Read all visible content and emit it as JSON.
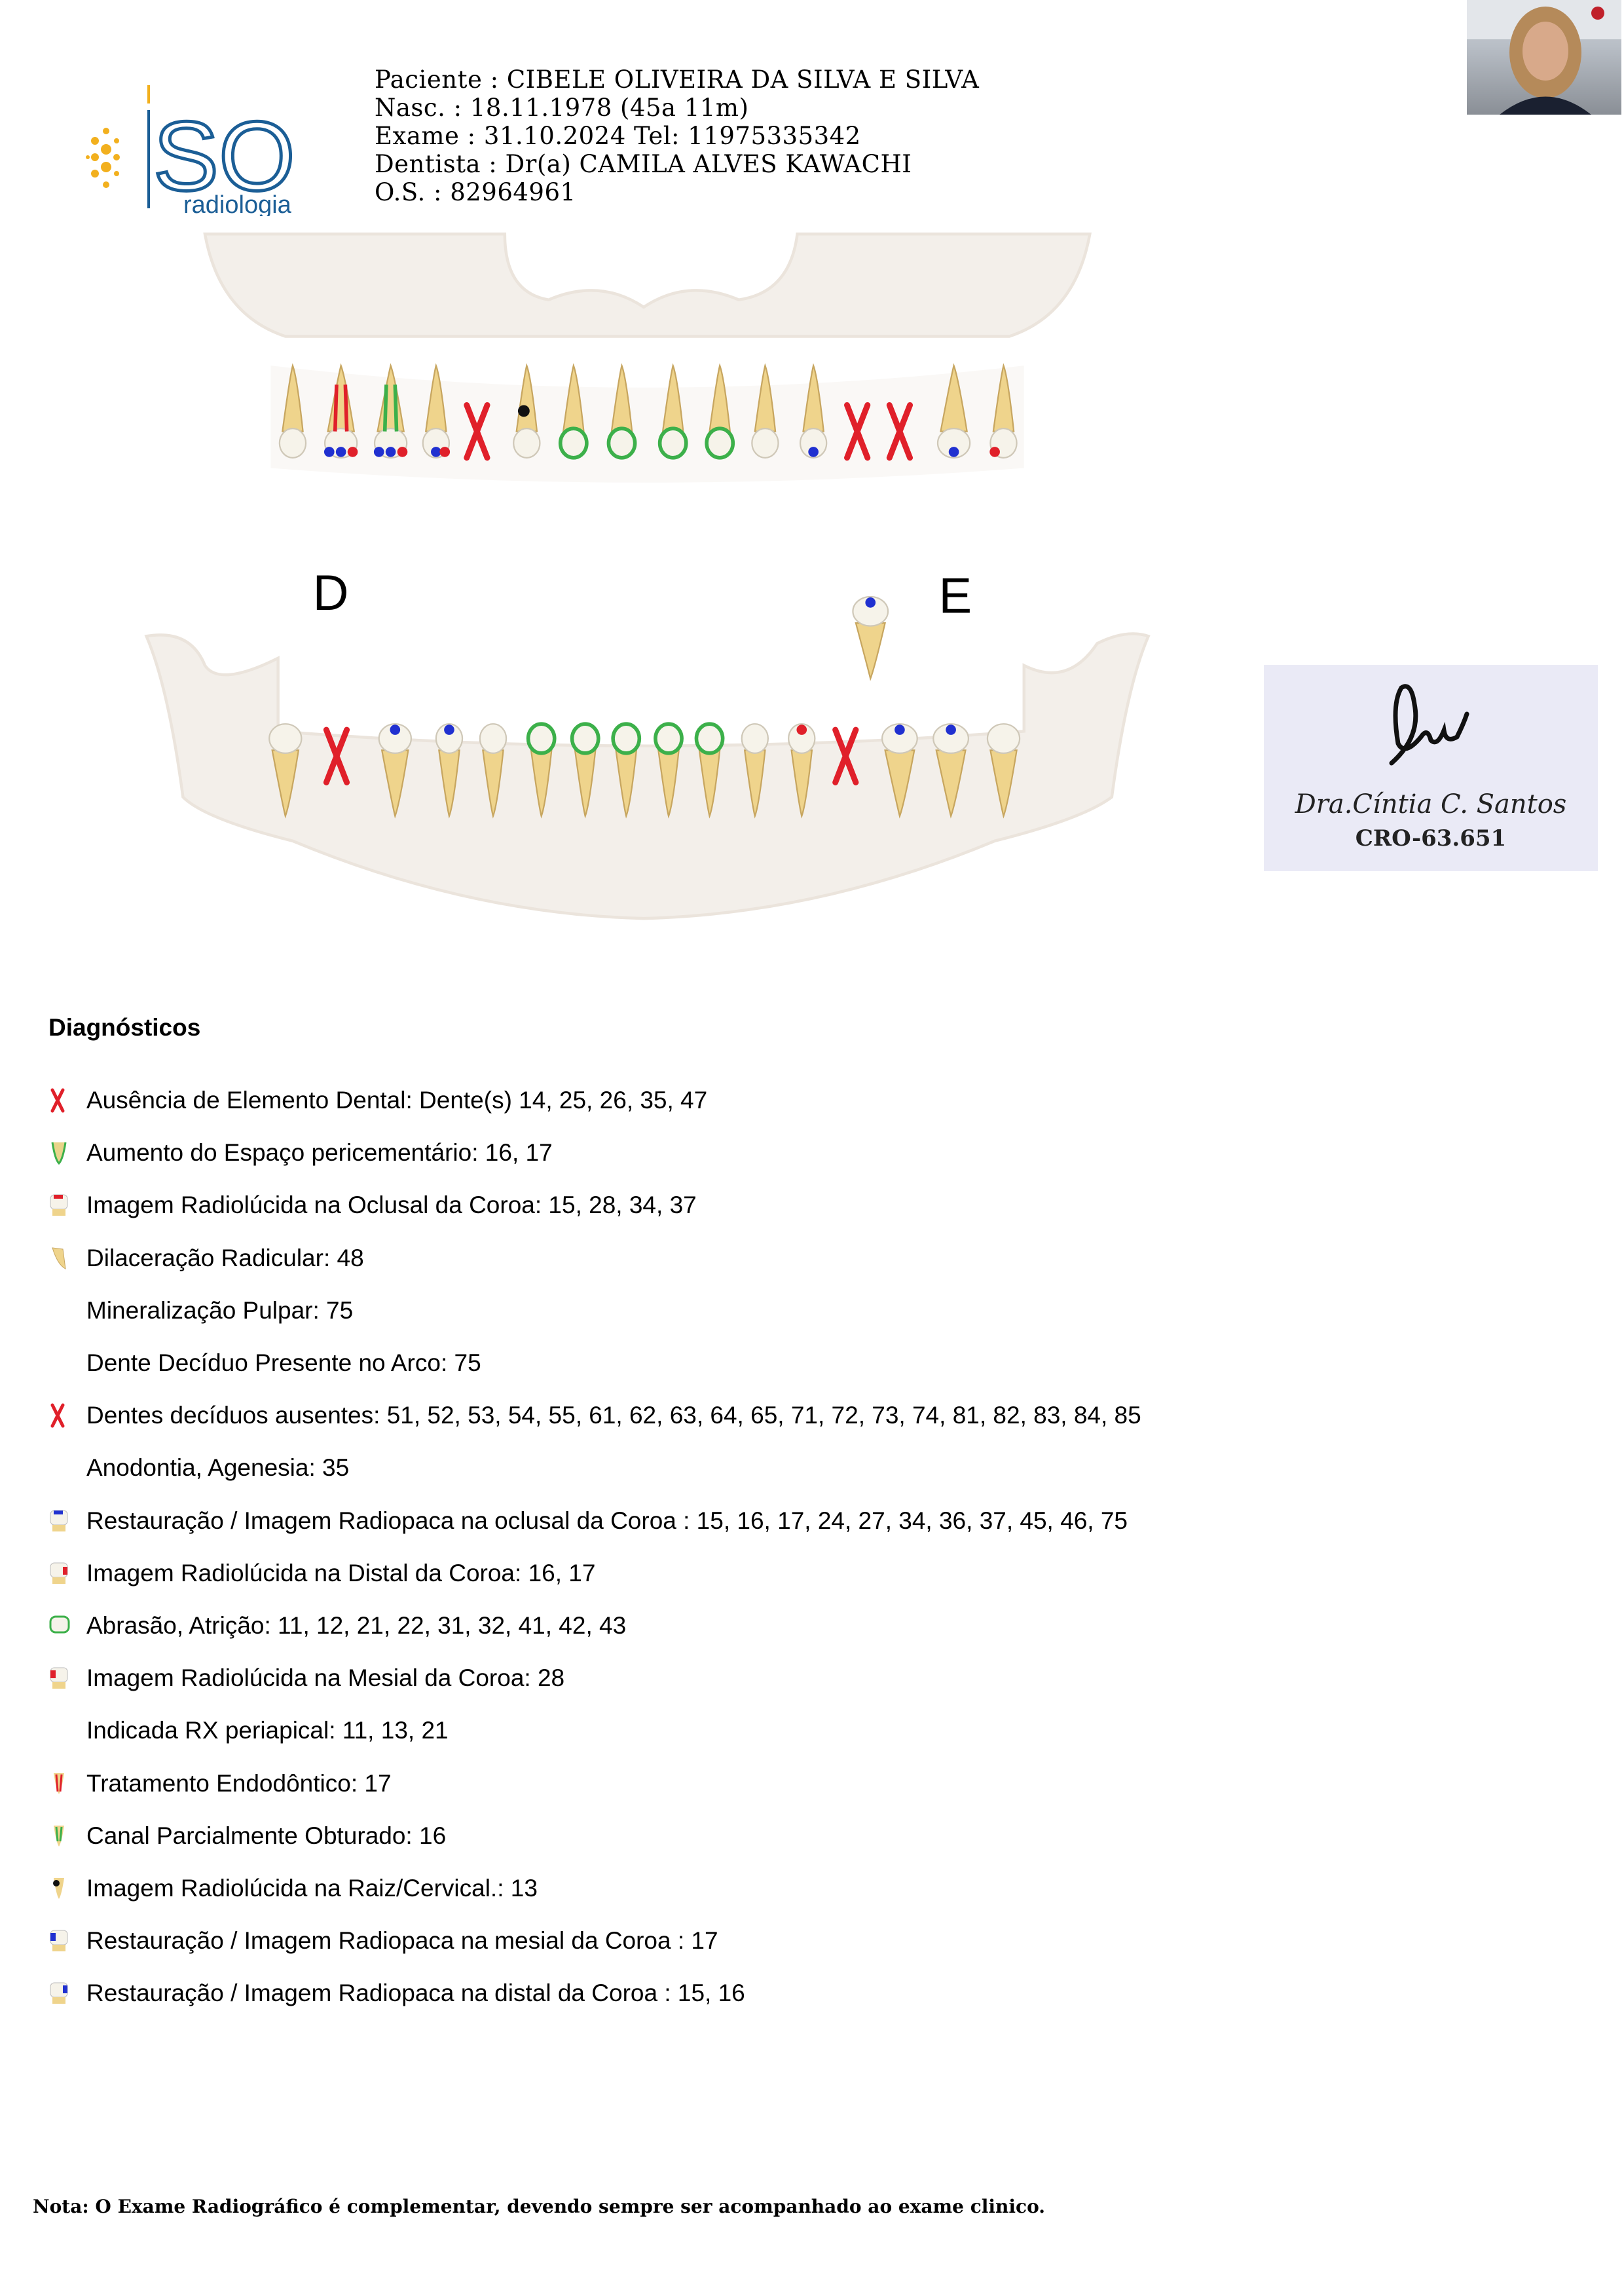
{
  "logo": {
    "brand": "ISO",
    "subtitle": "radiologia"
  },
  "header": {
    "patient": "Paciente : CIBELE OLIVEIRA DA SILVA E SILVA",
    "birth": "Nasc. : 18.11.1978 (45a 11m)",
    "exam": "Exame : 31.10.2024 Tel: 11975335342",
    "dentist": "Dentista : Dr(a) CAMILA ALVES KAWACHI",
    "order": "O.S. : 82964961"
  },
  "chart": {
    "side_right": "D",
    "side_left": "E"
  },
  "signature": {
    "name": "Dra.Cíntia C. Santos",
    "cro": "CRO-63.651"
  },
  "diagnostics": {
    "title": "Diagnósticos",
    "items": [
      {
        "icon": "red-x-icon",
        "text": "Ausência de Elemento Dental: Dente(s) 14, 25, 26, 35, 47"
      },
      {
        "icon": "periodontal-space-icon",
        "text": "Aumento do Espaço pericementário: 16, 17"
      },
      {
        "icon": "occlusal-radiolucent-icon",
        "text": "Imagem Radiolúcida na Oclusal da Coroa: 15, 28, 34, 37"
      },
      {
        "icon": "root-dilaceration-icon",
        "text": "Dilaceração Radicular: 48"
      },
      {
        "icon": "",
        "text": "Mineralização Pulpar: 75"
      },
      {
        "icon": "",
        "text": "Dente Decíduo Presente no Arco: 75"
      },
      {
        "icon": "red-x-icon",
        "text": "Dentes decíduos ausentes: 51, 52, 53, 54, 55, 61, 62, 63, 64, 65, 71, 72, 73, 74, 81, 82, 83, 84, 85"
      },
      {
        "icon": "",
        "text": "Anodontia, Agenesia: 35"
      },
      {
        "icon": "occlusal-restoration-icon",
        "text": "Restauração / Imagem Radiopaca na oclusal da Coroa : 15, 16, 17, 24, 27, 34, 36, 37, 45, 46, 75"
      },
      {
        "icon": "distal-radiolucent-icon",
        "text": "Imagem Radiolúcida na Distal da Coroa: 16, 17"
      },
      {
        "icon": "abrasion-icon",
        "text": "Abrasão, Atrição: 11, 12, 21, 22, 31, 32, 41, 42, 43"
      },
      {
        "icon": "mesial-radiolucent-icon",
        "text": "Imagem Radiolúcida na Mesial da Coroa: 28"
      },
      {
        "icon": "",
        "text": "Indicada RX periapical: 11, 13, 21"
      },
      {
        "icon": "endodontic-treatment-icon",
        "text": "Tratamento Endodôntico: 17"
      },
      {
        "icon": "partial-canal-icon",
        "text": "Canal Parcialmente Obturado: 16"
      },
      {
        "icon": "root-radiolucent-icon",
        "text": "Imagem Radiolúcida na Raiz/Cervical.: 13"
      },
      {
        "icon": "mesial-restoration-icon",
        "text": "Restauração / Imagem Radiopaca na mesial da Coroa : 17"
      },
      {
        "icon": "distal-restoration-icon",
        "text": "Restauração / Imagem Radiopaca na distal da Coroa : 15, 16"
      }
    ]
  },
  "note": "Nota: O Exame Radiográfico é complementar, devendo sempre ser acompanhado ao exame clinico."
}
